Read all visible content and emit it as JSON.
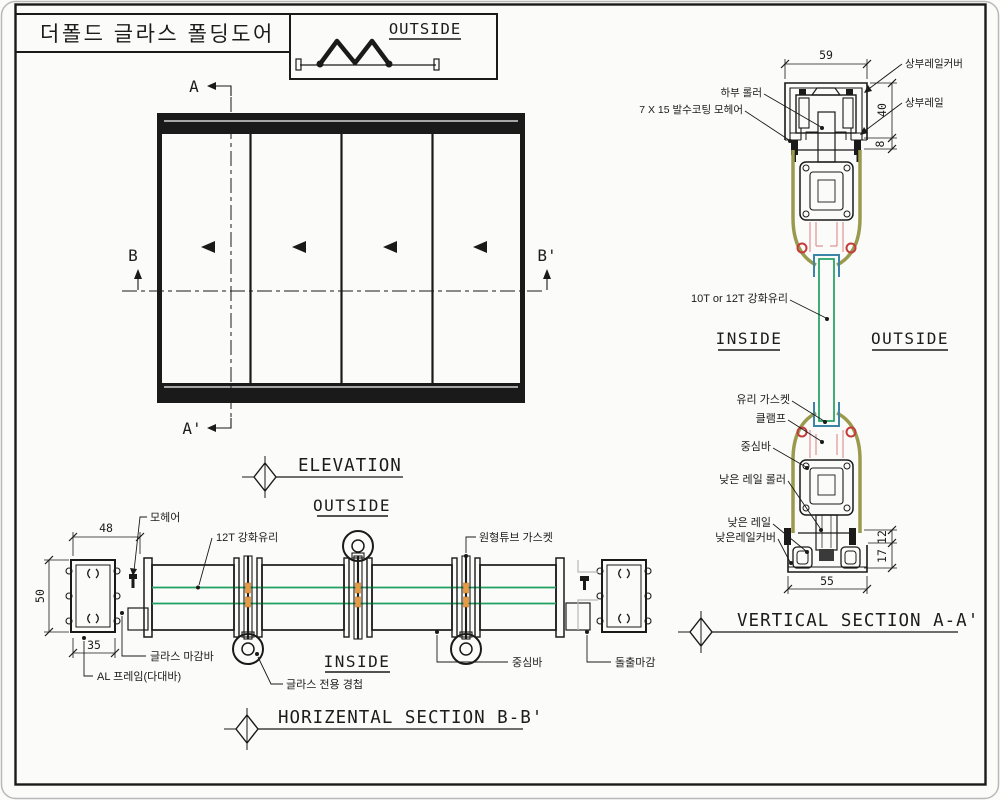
{
  "title": "더폴드 글라스 폴딩도어",
  "fold_diagram": {
    "outside_label": "OUTSIDE"
  },
  "elevation": {
    "caption": "ELEVATION",
    "markers": {
      "a": "A",
      "a_prime": "A'",
      "b": "B",
      "b_prime": "B'"
    }
  },
  "horizontal_section": {
    "caption": "HORIZENTAL SECTION B-B'",
    "outside_label": "OUTSIDE",
    "inside_label": "INSIDE",
    "dimensions": {
      "frame_depth": "48",
      "frame_height": "50",
      "frame_width": "35"
    },
    "labels": {
      "mohair": "모헤어",
      "tempered_glass": "12T 강화유리",
      "round_tube_gasket": "원형튜브 가스켓",
      "glass_finish_bar": "글라스 마감바",
      "al_frame": "AL 프레임(다대바)",
      "glass_hinge": "글라스 전용 경첩",
      "center_bar": "중심바",
      "protrusion_finish": "돌출마감"
    }
  },
  "vertical_section": {
    "caption": "VERTICAL SECTION A-A'",
    "inside_label": "INSIDE",
    "outside_label": "OUTSIDE",
    "dimensions": {
      "rail_width": "59",
      "rail_height": "40",
      "gap": "8",
      "low_gap": "12",
      "low_rail_height": "17",
      "low_rail_width": "55"
    },
    "labels": {
      "upper_rail_cover": "상부레일커버",
      "upper_rail": "상부레일",
      "lower_roller": "하부 롤러",
      "mohair_spec": "7 X 15 발수코팅 모헤어",
      "tempered_glass": "10T or 12T 강화유리",
      "glass_gasket": "유리 가스켓",
      "clamp": "클램프",
      "center_bar": "중심바",
      "low_rail_roller": "낮은 레일 롤러",
      "low_rail": "낮은 레일",
      "low_rail_cover": "낮은레일커버"
    }
  },
  "colors": {
    "line": "#1a1a1a",
    "profile_olive": "#9a9a4e",
    "glass_green": "#1fa05f",
    "clamp_teal": "#3d85a8",
    "detail_red": "#d97f7f",
    "detail_red_strong": "#c43b3b",
    "gasket_orange": "#e59a44"
  }
}
